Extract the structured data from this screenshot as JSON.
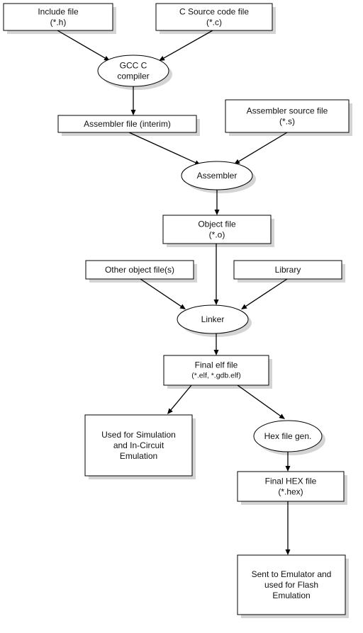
{
  "nodes": {
    "include_file": {
      "lines": [
        "Include file",
        "(*.h)"
      ]
    },
    "c_source": {
      "lines": [
        "C Source code file",
        "(*.c)"
      ]
    },
    "gcc_compiler": {
      "lines": [
        "GCC C",
        "compiler"
      ]
    },
    "assembler_interim": {
      "lines": [
        "Assembler file (interim)"
      ]
    },
    "assembler_source": {
      "lines": [
        "Assembler source file",
        "(*.s)"
      ]
    },
    "assembler": {
      "lines": [
        "Assembler"
      ]
    },
    "object_file": {
      "lines": [
        "Object file",
        "(*.o)"
      ]
    },
    "other_objects": {
      "lines": [
        "Other object file(s)"
      ]
    },
    "library": {
      "lines": [
        "Library"
      ]
    },
    "linker": {
      "lines": [
        "Linker"
      ]
    },
    "final_elf": {
      "lines": [
        "Final elf file",
        "(*.elf, *.gdb.elf)"
      ]
    },
    "simulation": {
      "lines": [
        "Used for Simulation",
        "and In-Circuit",
        "Emulation"
      ]
    },
    "hex_gen": {
      "lines": [
        "Hex file gen."
      ]
    },
    "final_hex": {
      "lines": [
        "Final HEX file",
        "(*.hex)"
      ]
    },
    "emulator": {
      "lines": [
        "Sent to Emulator and",
        "used for Flash",
        "Emulation"
      ]
    }
  },
  "edges": [
    {
      "from": "include_file",
      "to": "gcc_compiler"
    },
    {
      "from": "c_source",
      "to": "gcc_compiler"
    },
    {
      "from": "gcc_compiler",
      "to": "assembler_interim"
    },
    {
      "from": "assembler_interim",
      "to": "assembler"
    },
    {
      "from": "assembler_source",
      "to": "assembler"
    },
    {
      "from": "assembler",
      "to": "object_file"
    },
    {
      "from": "object_file",
      "to": "linker"
    },
    {
      "from": "other_objects",
      "to": "linker"
    },
    {
      "from": "library",
      "to": "linker"
    },
    {
      "from": "linker",
      "to": "final_elf"
    },
    {
      "from": "final_elf",
      "to": "simulation"
    },
    {
      "from": "final_elf",
      "to": "hex_gen"
    },
    {
      "from": "hex_gen",
      "to": "final_hex"
    },
    {
      "from": "final_hex",
      "to": "emulator"
    }
  ]
}
